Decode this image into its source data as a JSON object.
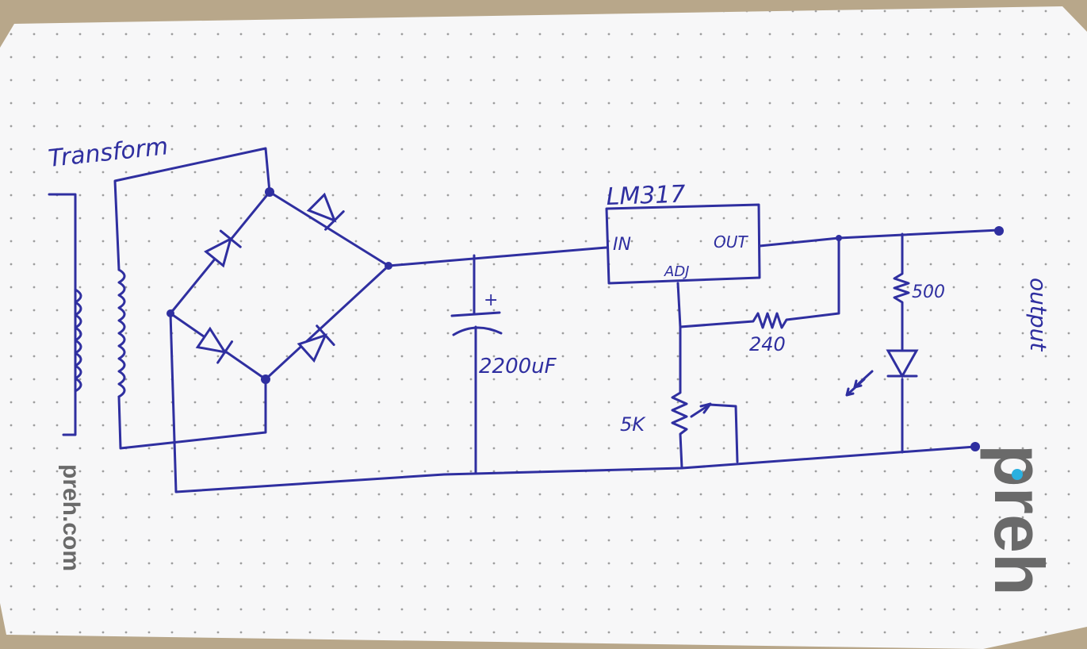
{
  "diagram": {
    "transformer_label": "Transform",
    "regulator_name": "LM317",
    "pin_in": "IN",
    "pin_out": "OUT",
    "pin_adj": "ADJ",
    "capacitor_plus": "+",
    "capacitor_value": "2200uF",
    "resistor_r1": "240",
    "pot_value": "5K",
    "resistor_led": "500",
    "output_label": "output"
  },
  "watermark": {
    "site": "preh.com",
    "logo": "preh"
  },
  "colors": {
    "ink": "#2f2fa0",
    "paper": "#f7f7f8",
    "background": "#b8a78a",
    "watermark": "#6a6a6a",
    "logo_dot": "#2ab0e0"
  }
}
